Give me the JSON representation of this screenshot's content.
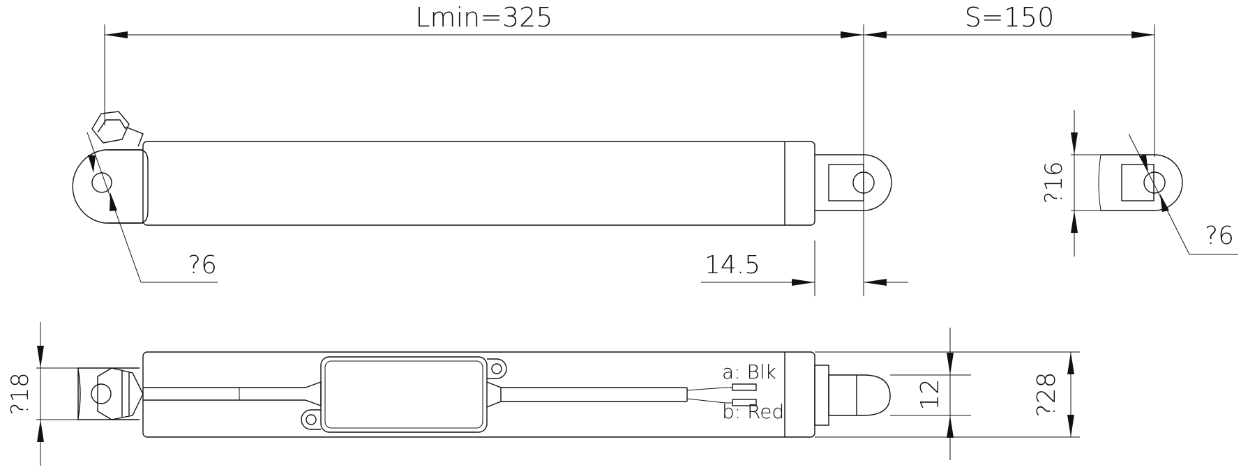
{
  "dimensions": {
    "length_min": "Lmin=325",
    "stroke": "S=150",
    "offset": "14.5",
    "hole_left": "?6",
    "hole_right": "?6",
    "rod_end_height": "?16",
    "body_height_side": "?18",
    "rod_diameter": "12",
    "body_diameter": "?28"
  },
  "wires": {
    "wire_a": "a: Blk",
    "wire_b": "b: Red"
  }
}
